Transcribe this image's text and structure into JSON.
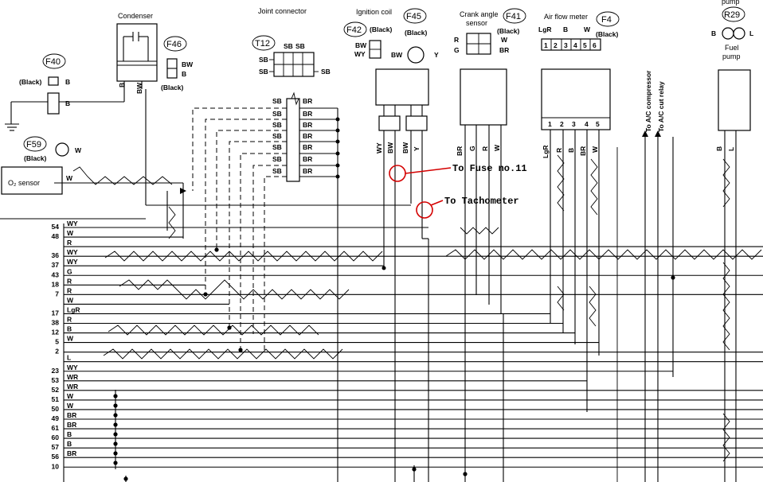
{
  "components": {
    "condenser": {
      "title": "Condenser",
      "wires": [
        "B",
        "BW"
      ]
    },
    "f40": {
      "id": "F40",
      "color": "(Black)",
      "pin": "B",
      "lower_wire": "B"
    },
    "f46": {
      "id": "F46",
      "color": "(Black)",
      "pins": [
        "BW",
        "B"
      ]
    },
    "f59": {
      "id": "F59",
      "color": "(Black)",
      "pin": "W"
    },
    "o2": {
      "title": "O₂ sensor",
      "wire": "W"
    },
    "joint": {
      "title": "Joint connector",
      "id": "T12",
      "top_pins": [
        "SB",
        "SB"
      ],
      "row1": [
        "SB"
      ],
      "row2": [
        "SB",
        "SB"
      ],
      "left": [
        "SB",
        "SB",
        "SB",
        "SB",
        "SB",
        "SB",
        "SB"
      ],
      "right": [
        "BR",
        "BR",
        "BR",
        "BR",
        "BR",
        "BR",
        "BR"
      ]
    },
    "ignition": {
      "title": "Ignition coil",
      "f42": "F42",
      "f42_color": "(Black)",
      "f42_pins": [
        "BW",
        "WY"
      ],
      "f45": "F45",
      "f45_color": "(Black)",
      "f45_pins": [
        "BW",
        "Y"
      ],
      "wires": [
        "WY",
        "BW",
        "BW",
        "Y"
      ]
    },
    "crank": {
      "title1": "Crank angle",
      "title2": "sensor",
      "id": "F41",
      "color": "(Black)",
      "pins": [
        "R",
        "W",
        "G",
        "BR"
      ],
      "wires": [
        "BR",
        "G",
        "R",
        "W"
      ]
    },
    "afm": {
      "title": "Air flow meter",
      "id": "F4",
      "color": "(Black)",
      "top_labels": [
        "LgR",
        "B",
        "W"
      ],
      "numbers": [
        "1",
        "2",
        "3",
        "4",
        "5",
        "6"
      ],
      "bottom_numbers": [
        "1",
        "2",
        "3",
        "4",
        "5"
      ],
      "wires": [
        "LgR",
        "R",
        "B",
        "BR",
        "W"
      ]
    },
    "ac": {
      "label1": "To A/C compressor",
      "label2": "To A/C cut relay"
    },
    "fuel_pump": {
      "top": "pump",
      "id": "R29",
      "pins": [
        "B",
        "L"
      ],
      "title1": "Fuel",
      "title2": "pump",
      "wires": [
        "B",
        "L"
      ]
    }
  },
  "annotations": {
    "fuse": "To Fuse no.11",
    "tach": "To Tachometer"
  },
  "terminals": [
    {
      "num": "54",
      "wire": "WY"
    },
    {
      "num": "48",
      "wire": "W"
    },
    {
      "num": "",
      "wire": "R"
    },
    {
      "num": "36",
      "wire": "WY"
    },
    {
      "num": "37",
      "wire": "WY"
    },
    {
      "num": "43",
      "wire": "G"
    },
    {
      "num": "18",
      "wire": "R"
    },
    {
      "num": "7",
      "wire": "R"
    },
    {
      "num": "",
      "wire": "W"
    },
    {
      "num": "17",
      "wire": "LgR"
    },
    {
      "num": "38",
      "wire": "R"
    },
    {
      "num": "12",
      "wire": "B"
    },
    {
      "num": "5",
      "wire": "W"
    },
    {
      "num": "2",
      "wire": ""
    },
    {
      "num": "",
      "wire": "L"
    },
    {
      "num": "23",
      "wire": "WY"
    },
    {
      "num": "53",
      "wire": "WR"
    },
    {
      "num": "52",
      "wire": "WR"
    },
    {
      "num": "51",
      "wire": "W"
    },
    {
      "num": "50",
      "wire": "W"
    },
    {
      "num": "49",
      "wire": "BR"
    },
    {
      "num": "61",
      "wire": "BR"
    },
    {
      "num": "60",
      "wire": "B"
    },
    {
      "num": "57",
      "wire": "B"
    },
    {
      "num": "56",
      "wire": "BR"
    },
    {
      "num": "10",
      "wire": ""
    }
  ]
}
